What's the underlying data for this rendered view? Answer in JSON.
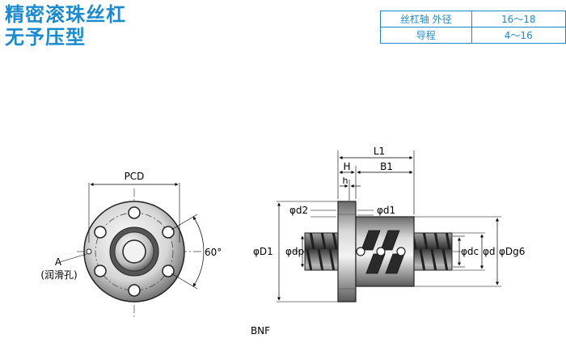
{
  "title": {
    "line1": "精密滚珠丝杠",
    "line2": "无予压型"
  },
  "spec_table": {
    "rows": [
      {
        "key": "丝杠轴 外径",
        "value": "16～18"
      },
      {
        "key": "导程",
        "value": "4～16"
      }
    ]
  },
  "front_view": {
    "pcd": "PCD",
    "angle": "60°",
    "a_label": "A",
    "a_note": "(润滑孔)"
  },
  "side_view": {
    "L1": "L1",
    "B1": "B1",
    "H": "H",
    "h": "h",
    "d2": "φd2",
    "d1": "φd1",
    "D1": "φD1",
    "dp": "φdp",
    "dc": "φdc",
    "d": "φd",
    "Dg6": "φDg6"
  },
  "caption": "BNF"
}
